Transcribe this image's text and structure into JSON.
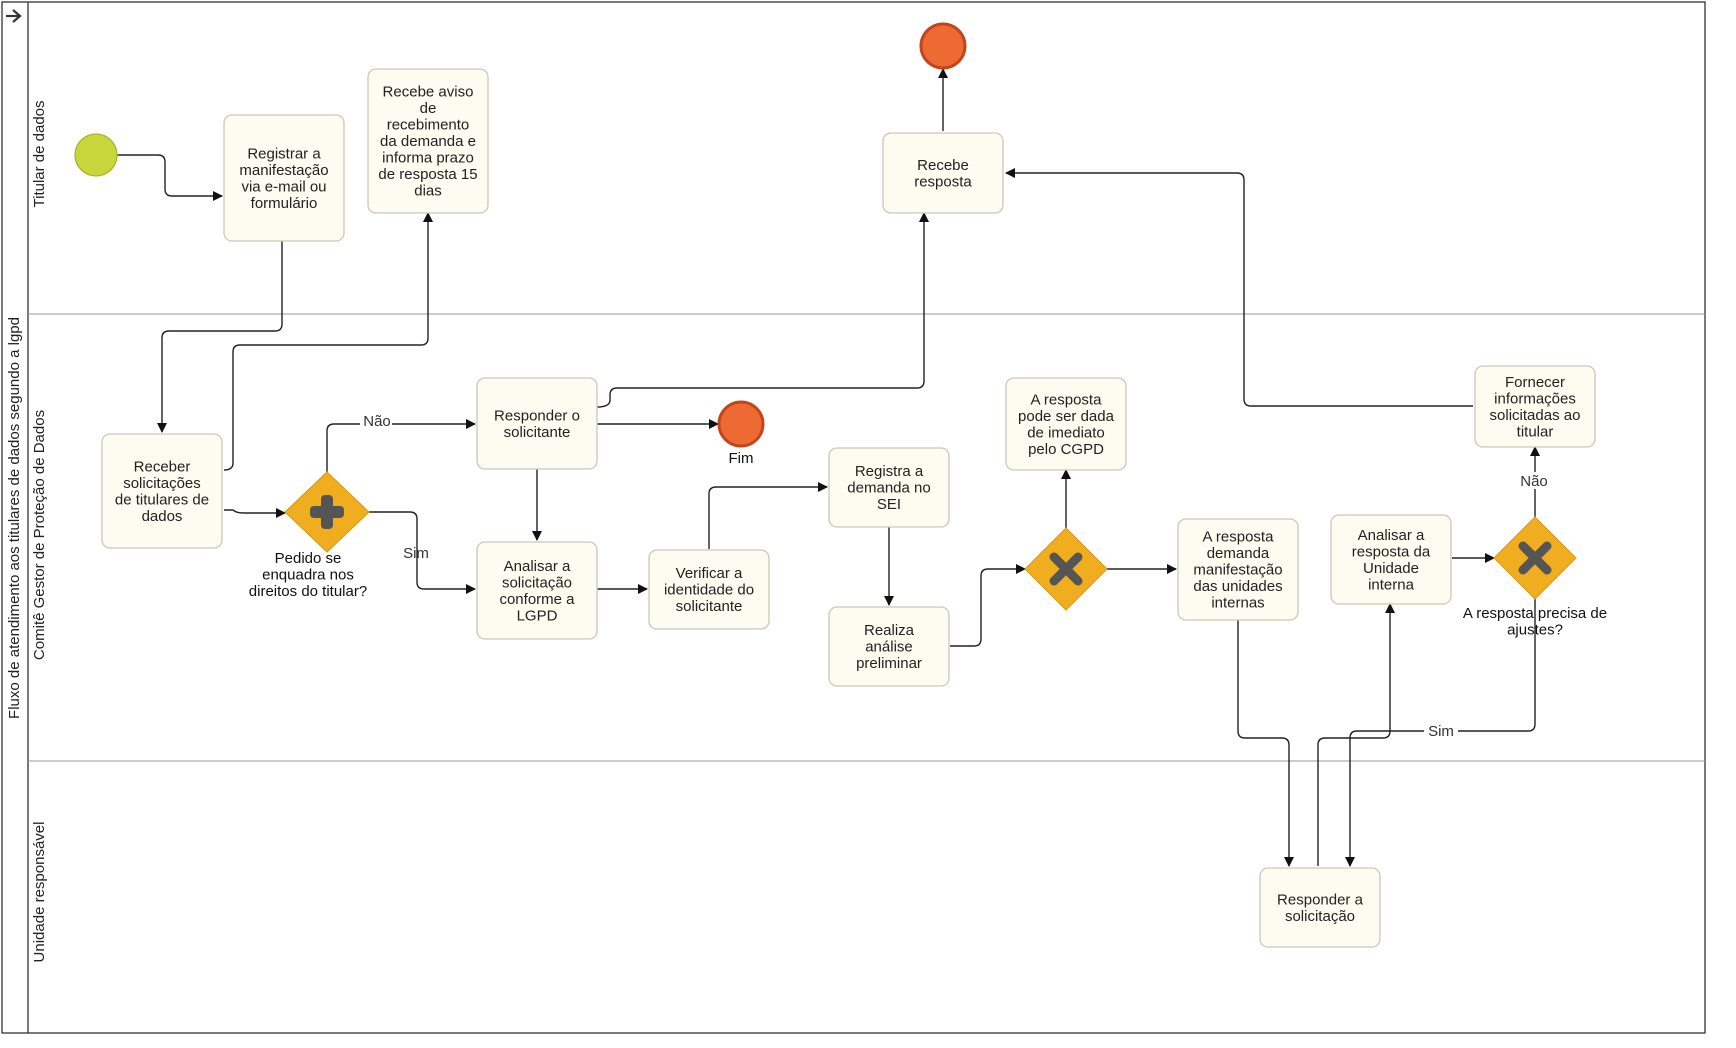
{
  "pool": {
    "title": "Fluxo de atendimento aos titulares de dados segundo a lgpd",
    "lanes": [
      {
        "name": "Titular de dados"
      },
      {
        "name": "Comitê Gestor de Proteção de Dados"
      },
      {
        "name": "Unidade responsável"
      }
    ]
  },
  "tasks": {
    "registrar": [
      "Registrar a",
      "manifestação",
      "via e-mail ou",
      "formulário"
    ],
    "recebe_aviso": [
      "Recebe aviso",
      "de",
      "recebimento",
      "da demanda e",
      "informa prazo",
      "de resposta 15",
      "dias"
    ],
    "recebe_resposta": [
      "Recebe",
      "resposta"
    ],
    "receber_solicitacoes": [
      "Receber",
      "solicitações",
      "de titulares de",
      "dados"
    ],
    "responder_solicitante": [
      "Responder o",
      "solicitante"
    ],
    "analisar_solicitacao": [
      "Analisar a",
      "solicitação",
      "conforme a",
      "LGPD"
    ],
    "verificar_identidade": [
      "Verificar a",
      "identidade do",
      "solicitante"
    ],
    "registra_demanda": [
      "Registra a",
      "demanda no",
      "SEI"
    ],
    "realiza_analise": [
      "Realiza",
      "análise",
      "preliminar"
    ],
    "resposta_imediata": [
      "A resposta",
      "pode ser dada",
      "de imediato",
      "pelo CGPD"
    ],
    "demanda_manifestacao": [
      "A resposta",
      "demanda",
      "manifestação",
      "das unidades",
      "internas"
    ],
    "analisar_resposta": [
      "Analisar a",
      "resposta da",
      "Unidade",
      "interna"
    ],
    "fornecer_informacoes": [
      "Fornecer",
      "informações",
      "solicitadas ao",
      "titular"
    ],
    "responder_solicitacao": [
      "Responder a",
      "solicitação"
    ]
  },
  "gateways": {
    "pedido": [
      "Pedido se",
      "enquadra nos",
      "direitos do titular?"
    ],
    "resposta_ajustes": [
      "A resposta precisa de",
      "ajustes?"
    ]
  },
  "events": {
    "fim_label": "Fim"
  },
  "flow_labels": {
    "nao_1": "Não",
    "sim_1": "Sim",
    "nao_2": "Não",
    "sim_2": "Sim"
  },
  "colors": {
    "start_event": "#c8d63c",
    "end_event": "#ee6a33",
    "gateway": "#f0ad1f",
    "gateway_symbol": "#555555",
    "task_fill": "#fdfcf1"
  }
}
